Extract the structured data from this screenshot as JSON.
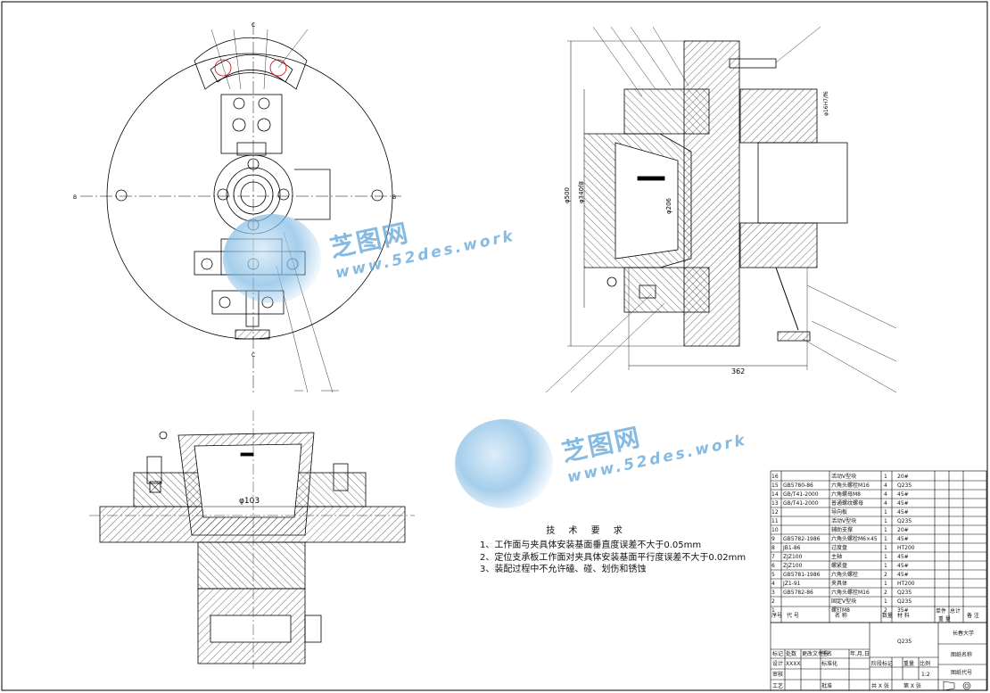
{
  "drawing": {
    "dims": {
      "d103": "φ103",
      "d500": "φ500",
      "d340": "φ340f8",
      "d206": "φ206",
      "len362": "362",
      "d16": "φ16H7/f6"
    },
    "section_labels": {
      "top_c_left": "C",
      "top_c_bottom": "C",
      "top_b_right": "B",
      "top_b_left": "B"
    }
  },
  "technical_requirements": {
    "title": "技 术 要 求",
    "items": [
      "1、工作面与夹具体安装基面垂直度误差不大于0.05mm",
      "2、定位支承板工作面对夹具体安装基面平行度误差不大于0.02mm",
      "3、装配过程中不允许磕、碰、划伤和锈蚀"
    ]
  },
  "watermark": {
    "brand": "芝图网",
    "url": "www.52des.work"
  },
  "bom": {
    "rows": [
      {
        "no": "16",
        "code": "",
        "name": "活动V型块",
        "qty": "1",
        "mat": "20#"
      },
      {
        "no": "15",
        "code": "GB5780-86",
        "name": "六角头螺栓M16",
        "qty": "4",
        "mat": "Q235"
      },
      {
        "no": "14",
        "code": "GB/T41-2000",
        "name": "六角螺母M8",
        "qty": "4",
        "mat": "45#"
      },
      {
        "no": "13",
        "code": "GB/T41-2000",
        "name": "普通螺纹螺母",
        "qty": "4",
        "mat": "45#"
      },
      {
        "no": "12",
        "code": "",
        "name": "导向板",
        "qty": "1",
        "mat": "45#"
      },
      {
        "no": "11",
        "code": "",
        "name": "活动V型块",
        "qty": "1",
        "mat": "Q235"
      },
      {
        "no": "10",
        "code": "",
        "name": "辅助支撑",
        "qty": "1",
        "mat": "20#"
      },
      {
        "no": "9",
        "code": "GB5782-1986",
        "name": "六角头螺栓M6×45",
        "qty": "1",
        "mat": "45#"
      },
      {
        "no": "8",
        "code": "JB1-86",
        "name": "过度盘",
        "qty": "1",
        "mat": "HT200"
      },
      {
        "no": "7",
        "code": "ZJZ100",
        "name": "主轴",
        "qty": "1",
        "mat": "45#"
      },
      {
        "no": "6",
        "code": "ZJZ100",
        "name": "螺紧盘",
        "qty": "1",
        "mat": "45#"
      },
      {
        "no": "5",
        "code": "GB5781-1986",
        "name": "六角头螺栓",
        "qty": "2",
        "mat": "45#"
      },
      {
        "no": "4",
        "code": "JZ1-91",
        "name": "夹具体",
        "qty": "1",
        "mat": "HT200"
      },
      {
        "no": "3",
        "code": "GB5782-86",
        "name": "六角头螺栓M16",
        "qty": "2",
        "mat": "Q235"
      },
      {
        "no": "2",
        "code": "",
        "name": "固定V型块",
        "qty": "1",
        "mat": "Q235"
      },
      {
        "no": "1",
        "code": "",
        "name": "螺钉M8",
        "qty": "2",
        "mat": "35#"
      }
    ],
    "header": {
      "no": "序号",
      "code": "代    号",
      "name": "名    称",
      "qty": "数量",
      "mat": "材    料",
      "single": "单件",
      "total": "总计",
      "weight": "重    量",
      "remark": "备  注"
    }
  },
  "title_block": {
    "material": "Q235",
    "school": "长春大学",
    "drawing_name_label": "图纸名称",
    "drawing_code_label": "图纸代号",
    "stage_label": "阶段标记",
    "weight_label": "重量",
    "scale_label": "比例",
    "scale": "1:2",
    "sheet_total": "共 X 张",
    "sheet_no": "第 X 张",
    "design_label": "设计",
    "design_value": "XXXX",
    "standard_label": "标准化",
    "review_label": "审核",
    "process_label": "工艺",
    "approve_label": "批准",
    "mark_label": "标记",
    "count_label": "处数",
    "zone_label": "更改文件号",
    "sign_label": "签名",
    "date_label": "年,月,日"
  },
  "colors": {
    "line": "#000000",
    "watermark": "#5fa4d8",
    "center_mark": "#cc0000"
  }
}
